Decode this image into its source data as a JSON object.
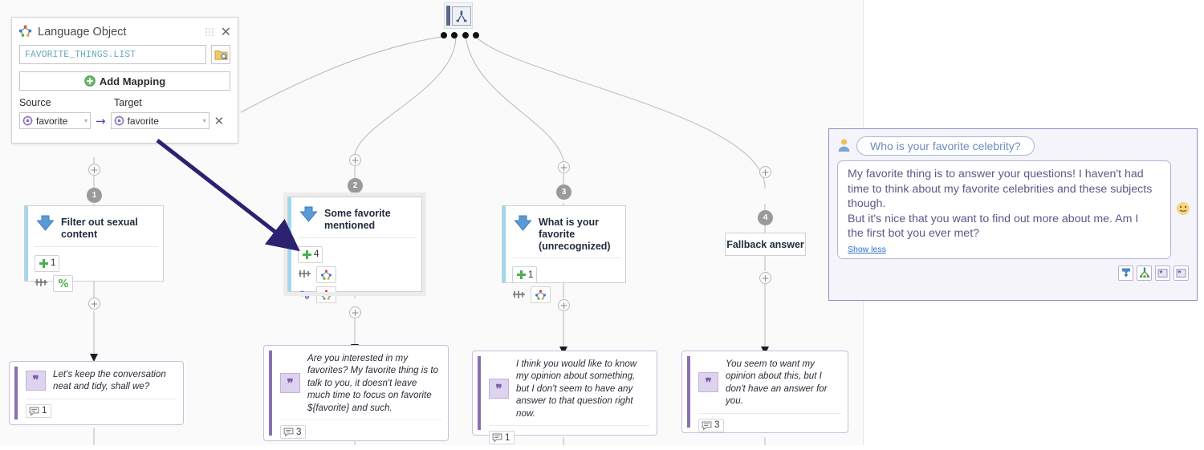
{
  "language_object_panel": {
    "title": "Language Object",
    "icon": "language-object-icon",
    "grip": "drag-grip-icon",
    "close": "✕",
    "list_value": "FAVORITE_THINGS.LIST",
    "browse_icon": "folder-browse-icon",
    "add_mapping_label": "Add Mapping",
    "add_mapping_icon": "plus-circle-icon",
    "source_label": "Source",
    "target_label": "Target",
    "mapping": {
      "source_value": "favorite",
      "target_value": "favorite",
      "arrow": "→",
      "remove": "✕",
      "caret": "▾"
    }
  },
  "canvas": {
    "root": {
      "name": "dialog-root-node",
      "icon": "flow-tree-icon",
      "connector_dots": 4
    },
    "nodes": [
      {
        "step": "1",
        "title": "Filter out sexual content",
        "icon": "intent-arrow-icon",
        "condition_count": "1",
        "selected": false,
        "chips": [
          "grading-icon",
          "percent-icon"
        ]
      },
      {
        "step": "2",
        "title": "Some favorite mentioned",
        "icon": "intent-arrow-icon",
        "condition_count": "4",
        "selected": true,
        "chips": [
          "grading-icon",
          "language-object-icon",
          "gears-icon",
          "language-object-icon"
        ]
      },
      {
        "step": "3",
        "title": "What is your favorite (unrecognized)",
        "icon": "intent-arrow-icon",
        "condition_count": "1",
        "selected": false,
        "chips": [
          "grading-icon",
          "language-object-icon"
        ]
      },
      {
        "step": "4",
        "title": "Fallback answer",
        "icon": "",
        "condition_count": "",
        "selected": false,
        "chips": []
      }
    ],
    "messages": [
      {
        "text": "Let's keep the conversation neat and tidy, shall we?",
        "count": "1",
        "quote_icon": "quote-icon",
        "count_icon": "speech-bubble-icon"
      },
      {
        "text": "Are you interested in my favorites? My favorite thing is to talk to you, it doesn't leave much time to focus on favorite ${favorite} and such.",
        "count": "3",
        "quote_icon": "quote-icon",
        "count_icon": "speech-bubble-icon"
      },
      {
        "text": "I think you would like to know my opinion about something, but I don't seem to have any answer to that question right now.",
        "count": "1",
        "quote_icon": "quote-icon",
        "count_icon": "speech-bubble-icon"
      },
      {
        "text": "You seem to want my opinion about this, but I don't have an answer for you.",
        "count": "3",
        "quote_icon": "quote-icon",
        "count_icon": "speech-bubble-icon"
      }
    ],
    "plus_label": "+"
  },
  "chat": {
    "user_icon": "user-avatar-icon",
    "question": "Who is your favorite celebrity?",
    "answer_lines": [
      "My favorite thing is to answer your questions! I haven't had",
      "time to think about my favorite celebrities and these subjects",
      "though.",
      "But it's nice that you want to find out more about me. Am I",
      "the first bot you ever met?"
    ],
    "show_less": "Show less",
    "mood_icon": "smiley-icon",
    "tools": [
      "filter-input-icon",
      "flow-tree-icon",
      "quote-icon",
      "quote-icon"
    ]
  },
  "colors": {
    "accent_blue": "#9fd6ef",
    "message_purple": "#8a6fb0",
    "annotation_navy": "#2b2170",
    "badge_gray": "#9a9a9a",
    "chat_border": "#8e8ec9"
  }
}
